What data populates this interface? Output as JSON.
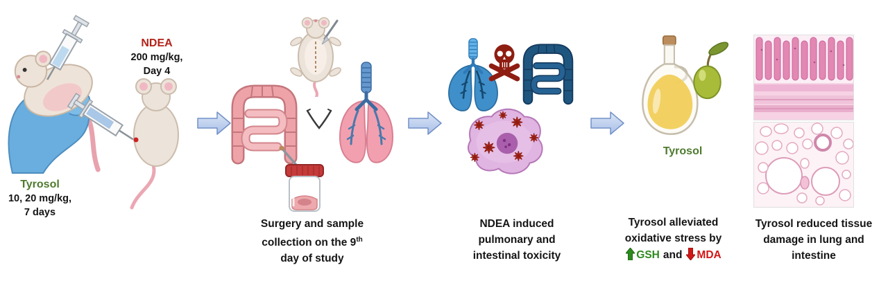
{
  "colors": {
    "tyrosol_green": "#4e7a2e",
    "ndea_red": "#b3231a",
    "gsh_green": "#2e8a1e",
    "mda_red": "#d21616",
    "arrow_fill_top": "#dce6f5",
    "arrow_fill_bottom": "#a8bfe8",
    "arrow_border": "#7290c7"
  },
  "stage1": {
    "drug": "Tyrosol",
    "dose": "10, 20 mg/kg,",
    "duration": "7 days"
  },
  "stage2": {
    "drug": "NDEA",
    "dose": "200 mg/kg,",
    "day": "Day 4"
  },
  "stage3": {
    "line1": "Surgery and sample",
    "line2_pre": "collection on the 9",
    "line2_sup": "th",
    "line3": "day of study"
  },
  "stage4": {
    "line1": "NDEA induced",
    "line2": "pulmonary and",
    "line3": "intestinal toxicity"
  },
  "stage5": {
    "product": "Tyrosol",
    "line1": "Tyrosol alleviated",
    "line2": "oxidative stress by",
    "gsh": "GSH",
    "and": "and",
    "mda": "MDA"
  },
  "stage6": {
    "line1": "Tyrosol reduced tissue",
    "line2": "damage in lung and",
    "line3": "intestine"
  }
}
